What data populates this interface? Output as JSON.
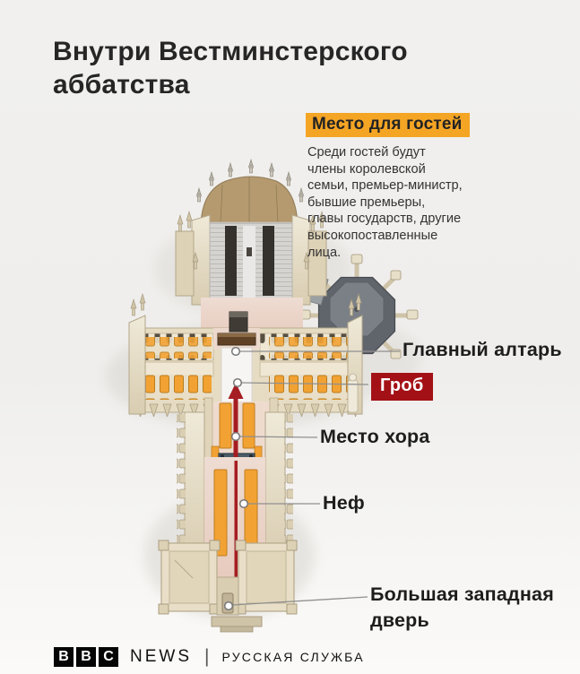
{
  "title": "Внутри Вестминстерского аббатства",
  "guest_box": {
    "heading": "Место для гостей",
    "body_lines": [
      "Среди гостей будут",
      "члены королевской",
      "семьи, премьер-министр,",
      "бывшие премьеры,",
      "главы государств, другие",
      "высокопоставленные",
      "лица."
    ]
  },
  "callouts": {
    "altar": "Главный алтарь",
    "coffin": "Гроб",
    "choir": "Место хора",
    "nave": "Неф",
    "west_door": "Большая западная дверь"
  },
  "footer": {
    "bbc": [
      "B",
      "B",
      "C"
    ],
    "news": "NEWS",
    "separator": "|",
    "service": "РУССКАЯ СЛУЖБА"
  },
  "colors": {
    "background": "#f1f0ee",
    "accent_orange": "#f5a524",
    "badge_red": "#a31116",
    "route_red": "#a51d22",
    "seat_orange": "#f2a233",
    "stone_cream": "#e6dcc3",
    "floor_pink": "#eadacd",
    "text_dark": "#262626"
  }
}
